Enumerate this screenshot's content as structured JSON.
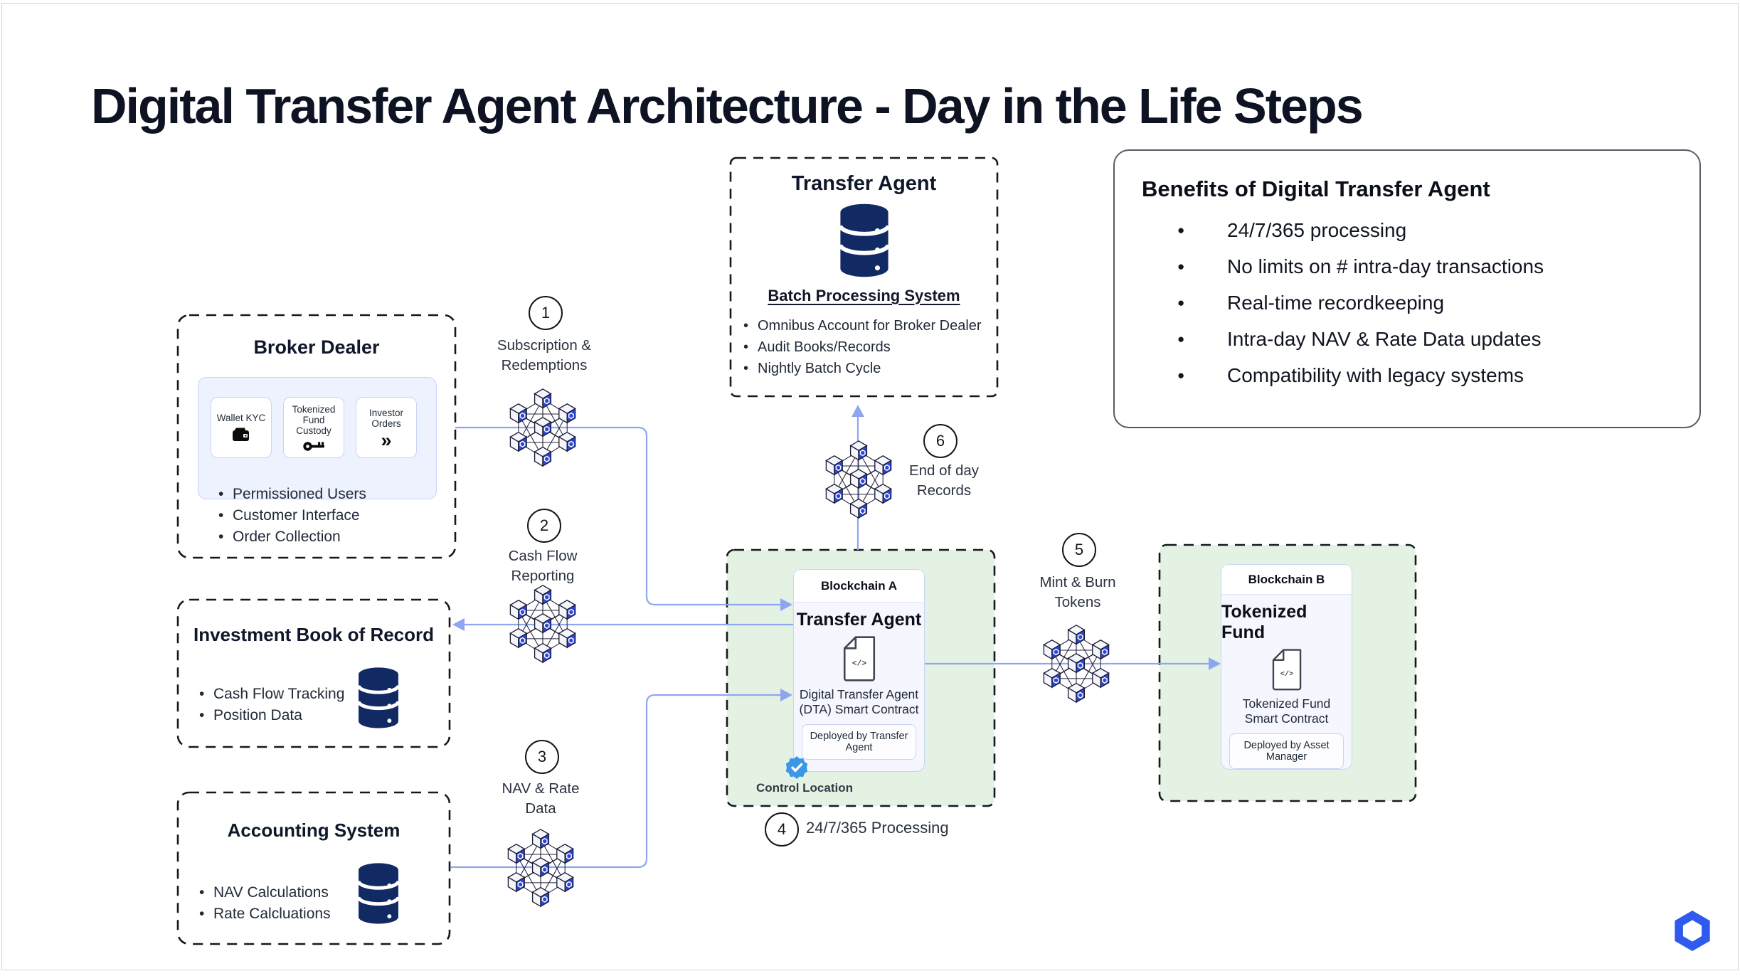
{
  "slide": {
    "title": "Digital Transfer Agent Architecture - Day in the Life Steps"
  },
  "colors": {
    "connector": "#8ea6f2",
    "green_fill": "#e4f2e4",
    "database_navy": "#122a63",
    "cube_blue": "#2b46d8",
    "badge_blue": "#3c98e7",
    "chainlink_blue": "#2e5bee"
  },
  "batch_box": {
    "title": "Transfer Agent",
    "system": "Batch Processing System",
    "bullets": [
      "Omnibus Account for Broker Dealer",
      "Audit Books/Records",
      "Nightly Batch Cycle"
    ]
  },
  "benefits": {
    "title": "Benefits of Digital Transfer Agent",
    "items": [
      "24/7/365 processing",
      "No limits on  # intra-day transactions",
      "Real-time recordkeeping",
      "Intra-day NAV & Rate Data updates",
      "Compatibility with legacy systems"
    ]
  },
  "broker_dealer": {
    "title": "Broker Dealer",
    "modules": [
      {
        "label": "Wallet KYC"
      },
      {
        "label": "Tokenized Fund Custody"
      },
      {
        "label": "Investor Orders",
        "glyph": "»"
      }
    ],
    "bullets": [
      "Permissioned Users",
      "Customer Interface",
      "Order Collection"
    ]
  },
  "ibor": {
    "title": "Investment Book of Record",
    "bullets": [
      "Cash Flow Tracking",
      "Position Data"
    ]
  },
  "accounting": {
    "title": "Accounting System",
    "bullets": [
      "NAV Calculations",
      "Rate Calcluations"
    ]
  },
  "steps": {
    "s1": {
      "num": "1",
      "label": "Subscription & Redemptions"
    },
    "s2": {
      "num": "2",
      "label": "Cash Flow Reporting"
    },
    "s3": {
      "num": "3",
      "label": "NAV & Rate Data"
    },
    "s4": {
      "num": "4",
      "label": "24/7/365 Processing"
    },
    "s5": {
      "num": "5",
      "label": "Mint & Burn Tokens"
    },
    "s6": {
      "num": "6",
      "label": "End of day Records"
    }
  },
  "blockchain_a": {
    "header": "Blockchain A",
    "title": "Transfer Agent",
    "code": "</>",
    "caption": "Digital Transfer Agent (DTA) Smart Contract",
    "deployed": "Deployed by Transfer Agent",
    "control": "Control Location"
  },
  "blockchain_b": {
    "header": "Blockchain B",
    "title": "Tokenized Fund",
    "code": "</>",
    "caption": "Tokenized Fund Smart Contract",
    "deployed": "Deployed by Asset Manager"
  }
}
